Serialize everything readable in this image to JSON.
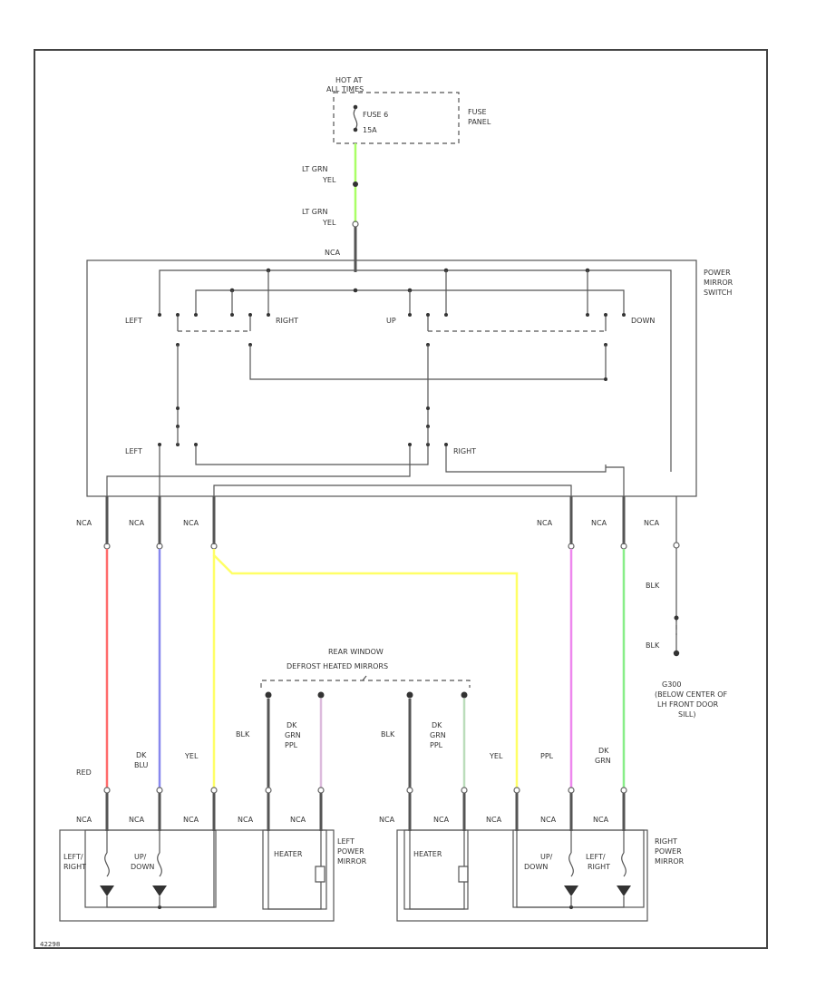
{
  "title": {
    "hot_at_all_times_1": "HOT AT",
    "hot_at_all_times_2": "ALL TIMES",
    "fuse_1": "FUSE 6",
    "fuse_2": "15A",
    "fuse_panel_1": "FUSE",
    "fuse_panel_2": "PANEL"
  },
  "power_feed": {
    "wire_1a": "LT GRN",
    "wire_1b": "YEL",
    "wire_2a": "LT GRN",
    "wire_2b": "YEL",
    "nca": "NCA"
  },
  "switch": {
    "name_1": "POWER",
    "name_2": "MIRROR",
    "name_3": "SWITCH",
    "left": "LEFT",
    "right": "RIGHT",
    "up": "UP",
    "down": "DOWN",
    "left2": "LEFT",
    "right2": "RIGHT"
  },
  "nca_labels": [
    "NCA",
    "NCA",
    "NCA",
    "NCA",
    "NCA",
    "NCA"
  ],
  "ground": {
    "wire_a": "BLK",
    "wire_b": "BLK",
    "g_1": "G300",
    "g_2": "(BELOW CENTER OF",
    "g_3": "LH FRONT DOOR",
    "g_4": "SILL)"
  },
  "defrost": {
    "line_1": "REAR WINDOW",
    "line_2": "DEFROST HEATED MIRRORS"
  },
  "lower_wires": {
    "left_blk": "BLK",
    "left_dkgrn_1": "DK",
    "left_dkgrn_2": "GRN",
    "left_dkgrn_3": "PPL",
    "right_blk": "BLK",
    "right_dkgrn_1": "DK",
    "right_dkgrn_2": "GRN",
    "right_dkgrn_3": "PPL",
    "red": "RED",
    "dkblu_1": "DK",
    "dkblu_2": "BLU",
    "yel_left": "YEL",
    "yel_right": "YEL",
    "ppl": "PPL",
    "dkgrn_1": "DK",
    "dkgrn_2": "GRN"
  },
  "bottom_nca": [
    "NCA",
    "NCA",
    "NCA",
    "NCA",
    "NCA",
    "NCA",
    "NCA",
    "NCA",
    "NCA",
    "NCA"
  ],
  "left_mirror": {
    "lr_1": "LEFT/",
    "lr_2": "RIGHT",
    "ud_1": "UP/",
    "ud_2": "DOWN",
    "heater": "HEATER",
    "name_1": "LEFT",
    "name_2": "POWER",
    "name_3": "MIRROR"
  },
  "right_mirror": {
    "heater": "HEATER",
    "ud_1": "UP/",
    "ud_2": "DOWN",
    "lr_1": "LEFT/",
    "lr_2": "RIGHT",
    "name_1": "RIGHT",
    "name_2": "POWER",
    "name_3": "MIRROR"
  },
  "footer_code": "42298",
  "colors": {
    "red_wire": "#ff6b6b",
    "blue_wire": "#8888ee",
    "yellow_wire": "#ffff66",
    "ltgrn_wire": "#aaff66",
    "ppl_wire": "#ee88ee",
    "grn_wire": "#88ee88"
  }
}
